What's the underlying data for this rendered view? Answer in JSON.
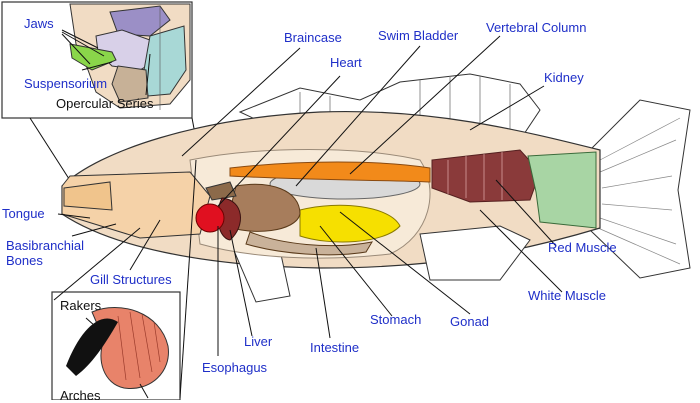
{
  "colors": {
    "label_blue": "#1f2fc8",
    "body_fill": "#f1dcc4",
    "outline": "#2a2a2a",
    "heart": "#e01020",
    "liver": "#8c2a2a",
    "stomach": "#a77d5c",
    "gonad": "#f6e000",
    "swim_bladder": "#d9d9d9",
    "kidney": "#f28a1a",
    "red_muscle": "#8a3a3a",
    "tail_muscle": "#a8d5a4",
    "jaw_green": "#8ad64a"
  },
  "labels": {
    "jaws": "Jaws",
    "suspensorium": "Suspensorium",
    "opercular_series": "Opercular Series",
    "braincase": "Braincase",
    "heart": "Heart",
    "swim_bladder": "Swim Bladder",
    "vertebral_column": "Vertebral Column",
    "kidney": "Kidney",
    "tongue": "Tongue",
    "basibranchial_bones": "Basibranchial\nBones",
    "gill_structures": "Gill Structures",
    "rakers": "Rakers",
    "arches": "Arches",
    "liver": "Liver",
    "esophagus": "Esophagus",
    "intestine": "Intestine",
    "stomach": "Stomach",
    "gonad": "Gonad",
    "red_muscle": "Red Muscle",
    "white_muscle": "White Muscle"
  }
}
